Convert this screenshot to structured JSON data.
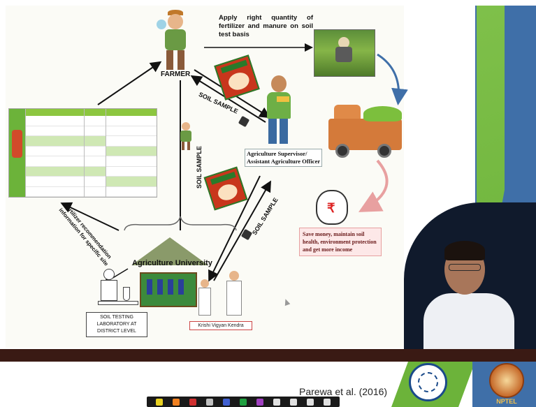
{
  "diagram": {
    "farmer_label": "FARMER",
    "apply_text": "Apply right quantity of fertilizer and manure on soil test basis",
    "soil_sample_1": "SOIL SAMPLE",
    "soil_sample_2": "SOIL SAMPLE",
    "soil_sample_3": "SOIL SAMPLE",
    "supervisor_line1": "Agriculture Supervisor/",
    "supervisor_line2": "Assistant Agriculture Officer",
    "save_money_text": "Save money, maintain soil health, environment protection and get more income",
    "agri_university": "Agriculture University",
    "fertilizer_rec": "Fertilizer recommendation information for specific site",
    "soil_testing_lab": "SOIL TESTING LABORATORY AT DISTRICT LEVEL",
    "krishi": "Krishi Vigyan Kendra",
    "rupee_symbol": "₹"
  },
  "footer": {
    "citation": "Parewa et al. (2016)",
    "nptel": "NPTEL"
  },
  "colors": {
    "accent_green": "#6cb33a",
    "accent_blue": "#3f6fa8",
    "arrow": "#111111"
  },
  "icons": [
    "farmer-icon",
    "crop-field-icon",
    "truck-icon",
    "money-bag-icon",
    "soil-health-card-icon",
    "lab-icon",
    "building-icon",
    "iit-logo-icon",
    "nptel-logo-icon"
  ]
}
